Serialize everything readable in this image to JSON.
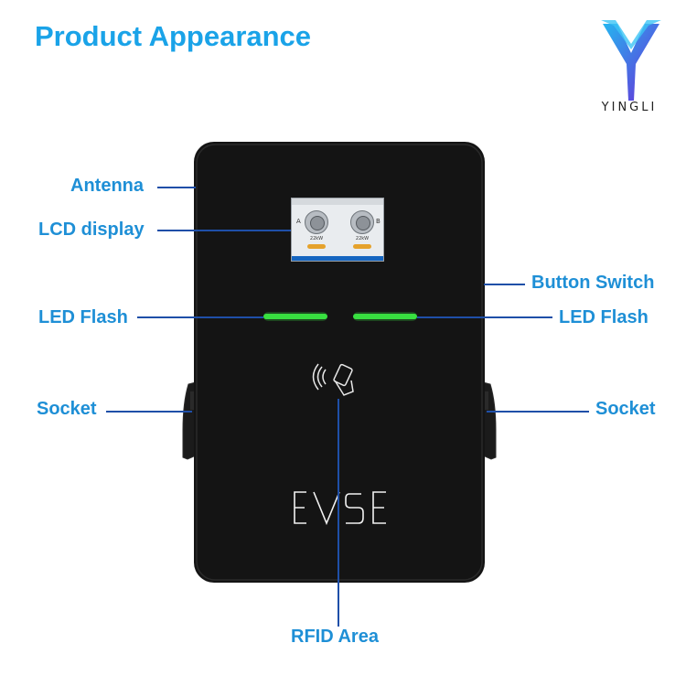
{
  "header": {
    "title": "Product Appearance"
  },
  "brand": {
    "name": "YINGLI"
  },
  "device": {
    "brand_text": "EVSE",
    "lcd": {
      "port_a": "A",
      "port_b": "B",
      "power_a": "22kW",
      "power_b": "22kW"
    }
  },
  "callouts": {
    "antenna": "Antenna",
    "lcd_display": "LCD display",
    "led_flash_left": "LED Flash",
    "led_flash_right": "LED Flash",
    "button_switch": "Button Switch",
    "socket_left": "Socket",
    "socket_right": "Socket",
    "rfid_area": "RFID Area"
  },
  "colors": {
    "title": "#1aa3e8",
    "label": "#1e8fd6",
    "leader_line": "#1f4fa8",
    "device_body": "#141414",
    "led": "#39e040"
  }
}
